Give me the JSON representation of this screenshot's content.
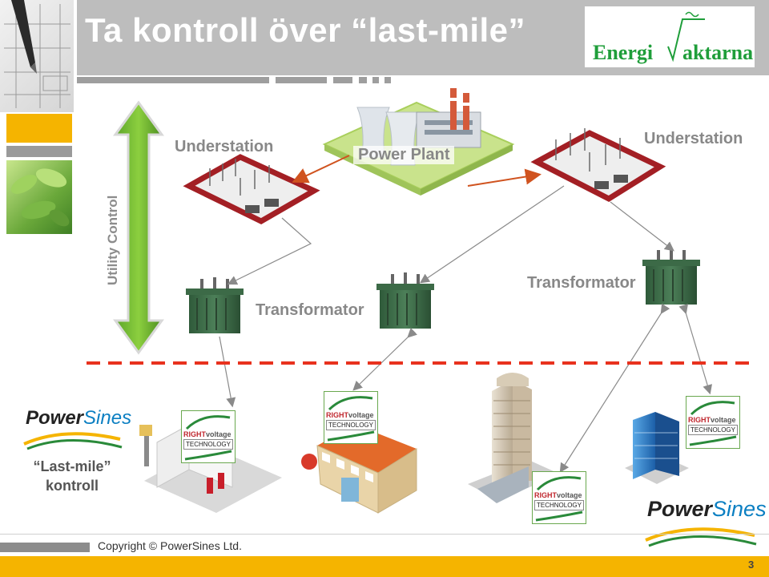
{
  "slide": {
    "title": "Ta kontroll över “last-mile”",
    "page_number": "3"
  },
  "brand": {
    "logo_text": "Energi√aktarna",
    "green": "#1f9e3a",
    "accent_orange": "#f5b400",
    "grid_red": "#a31f24",
    "arrow_orange": "#d0531f",
    "dash_red": "#e8321e"
  },
  "diagram": {
    "utility_control": "Utility Control",
    "power_plant": "Power Plant",
    "substation_left": "Understation",
    "substation_right": "Understation",
    "transformer_left": "Transformator",
    "transformer_right": "Transformator"
  },
  "powersines": {
    "power": "Power",
    "sines": "Sines",
    "last_mile": "“Last-mile” kontroll"
  },
  "rvt_badge": {
    "right": "RIGHT",
    "voltage": "voltage",
    "technology": "TECHNOLOGY"
  },
  "footer": {
    "copyright": "Copyright © PowerSines Ltd."
  }
}
